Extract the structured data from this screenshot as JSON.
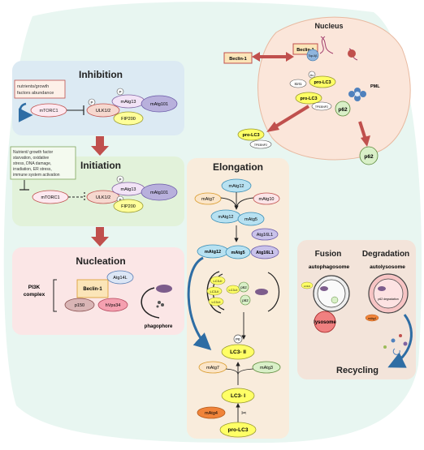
{
  "inhibition": {
    "title": "Inhibition",
    "note": [
      "nutrients/growth",
      "factors abundance"
    ],
    "mtorc1": "mTORC1",
    "ulk": "ULK1/2",
    "matg13": "mAtg13",
    "matg101": "mAtg101",
    "fip200": "FIP200",
    "p": "P"
  },
  "initiation": {
    "title": "Initiation",
    "note": [
      "Nutrient/ growth factor",
      "starvation, oxidative",
      "stress, DNA damage,",
      "irradiation, ER stress,",
      "immune system activation"
    ],
    "mtorc1": "mTORC1",
    "ulk": "ULK1/2",
    "matg13": "mAtg13",
    "matg101": "mAtg101",
    "fip200": "FIP200",
    "p": "P"
  },
  "nucleation": {
    "title": "Nucleation",
    "pi3k": [
      "PI3K",
      "complex"
    ],
    "beclin": "Beclin-1",
    "atg14l": "Atg14L",
    "p150": "p150",
    "hvps34": "hVps34",
    "phagophore": "phagophore"
  },
  "elongation": {
    "title": "Elongation",
    "matg12_top": "mAtg12",
    "matg7": "mAtg7",
    "matg10": "mAtg10",
    "matg12_mid": "mAtg12",
    "matg5_mid": "mAtg5",
    "atg16l1_mid": "Atg16L1",
    "matg12_bot": "mAtg12",
    "matg5_bot": "mAtg5",
    "atg16l1_bot": "Atg16L1",
    "lc3_2": "LC3- II",
    "pe": "PE",
    "matg7_b": "mAtg7",
    "matg3": "mAtg3",
    "lc3_1": "LC3- I",
    "matg4": "mAtg4",
    "prolc3": "pro-LC3",
    "lc3_labels": [
      "LC3-II",
      "LC3-II",
      "LC3-II",
      "LC3-II"
    ],
    "p62_labels": [
      "p62",
      "p62"
    ]
  },
  "nucleus": {
    "title": "Nucleus",
    "beclin_in": "Beclin-1",
    "beclin_out": "Beclin-1",
    "top2b": "Top-IIβ",
    "sirt1": "Sirt1",
    "prolc3_a": "pro-LC3",
    "prolc3_b": "pro-LC3",
    "tp53inp2_a": "TP53INP2",
    "prolc3_out": "pro-LC3",
    "tp53inp2_b": "TP53INP2",
    "pml": "PML",
    "p62_in": "p62",
    "p62_out": "p62",
    "ac": "Ac"
  },
  "fusion": {
    "title": "Fusion",
    "degradation": "Degradation",
    "autophagosome": "autophagosome",
    "autolysosome": "autolysosome",
    "lysosome": "lysosome",
    "p62deg": "p62 degradation",
    "matg4": "mAtg4",
    "recycling": "Recycling",
    "lc3": "LC3-II"
  },
  "colors": {
    "background_blob": "#e8f6f1",
    "inhibition_box": "#dceaf3",
    "initiation_box": "#e2f2da",
    "nucleation_box": "#fbe6e6",
    "elongation_box": "#f9ecdc",
    "fusion_box": "#f3e4da",
    "nucleus": "#fbe6da",
    "yellow": "#ffff66",
    "red_arrow": "#c0504d"
  }
}
